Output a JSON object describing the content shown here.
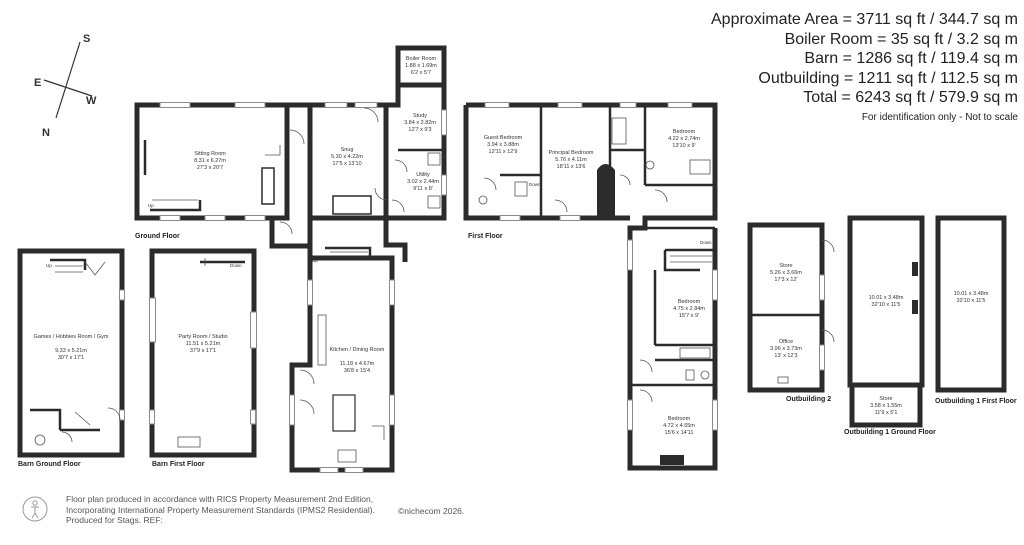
{
  "areas": {
    "approximate": "Approximate Area = 3711 sq ft / 344.7 sq m",
    "boiler_room": "Boiler Room = 35 sq ft / 3.2 sq m",
    "barn": "Barn = 1286 sq ft / 119.4 sq m",
    "outbuilding": "Outbuilding = 1211 sq ft / 112.5 sq m",
    "total": "Total = 6243 sq ft / 579.9 sq m"
  },
  "note": "For identification only - Not to scale",
  "compass": {
    "n": "N",
    "s": "S",
    "e": "E",
    "w": "W"
  },
  "floor_labels": {
    "ground_floor": "Ground Floor",
    "first_floor": "First Floor",
    "barn_ground": "Barn Ground Floor",
    "barn_first": "Barn First Floor",
    "outbuilding2": "Outbuilding 2",
    "out1_ground": "Outbuilding 1 Ground Floor",
    "out1_first": "Outbuilding 1 First Floor"
  },
  "rooms": {
    "sitting": {
      "name": "Sitting Room",
      "m": "8.31 x 6.27m",
      "ft": "27'3 x 20'7"
    },
    "snug": {
      "name": "Snug",
      "m": "5.30 x 4.22m",
      "ft": "17'5 x 13'10"
    },
    "study": {
      "name": "Study",
      "m": "3.84 x 2.82m",
      "ft": "12'7 x 9'3"
    },
    "boiler": {
      "name": "Boiler Room",
      "m": "1.88 x 1.69m",
      "ft": "6'2 x 5'7"
    },
    "utility": {
      "name": "Utility",
      "m": "3.02 x 2.44m",
      "ft": "9'11 x 8'"
    },
    "kitchen": {
      "name": "Kitchen / Dining Room",
      "m": "11.18 x 4.67m",
      "ft": "36'8 x 15'4"
    },
    "guest": {
      "name": "Guest Bedroom",
      "m": "3.94 x 3.88m",
      "ft": "12'11 x 12'9"
    },
    "principal": {
      "name": "Principal Bedroom",
      "m": "5.76 x 4.11m",
      "ft": "18'11 x 13'6"
    },
    "bed_ne": {
      "name": "Bedroom",
      "m": "4.22 x 2.74m",
      "ft": "13'10 x 9'"
    },
    "bed_mid": {
      "name": "Bedroom",
      "m": "4.75 x 2.84m",
      "ft": "15'7 x 9'"
    },
    "bed_s": {
      "name": "Bedroom",
      "m": "4.72 x 4.55m",
      "ft": "15'6 x 14'11"
    },
    "games": {
      "name": "Games / Hobbies Room / Gym",
      "m": "9.33 x 5.21m",
      "ft": "30'7 x 17'1"
    },
    "party": {
      "name": "Party Room / Studio",
      "m": "11.51 x 5.21m",
      "ft": "37'9 x 17'1"
    },
    "store_o2": {
      "name": "Store",
      "m": "5.26 x 3.66m",
      "ft": "17'3 x 12'"
    },
    "office": {
      "name": "Office",
      "m": "3.96 x 3.73m",
      "ft": "13' x 12'3"
    },
    "o1g": {
      "m": "10.01 x 3.48m",
      "ft": "32'10 x 11'5"
    },
    "o1store": {
      "name": "Store",
      "m": "3.58 x 1.55m",
      "ft": "11'9 x 5'1"
    },
    "o1f": {
      "m": "10.01 x 3.48m",
      "ft": "32'10 x 11'5"
    }
  },
  "stair_marks": {
    "up": "Up",
    "down": "Down"
  },
  "footer": {
    "l1": "Floor plan produced in accordance with RICS Property Measurement 2nd Edition,",
    "l2": "Incorporating International Property Measurement Standards (IPMS2 Residential).",
    "l3": "Produced for Stags.   REF:",
    "watermark": "©nichecom 2026."
  },
  "colors": {
    "wall": "#2b2b2b",
    "ink": "#222222",
    "window": "#9a9a9a",
    "fixture": "#555555"
  }
}
